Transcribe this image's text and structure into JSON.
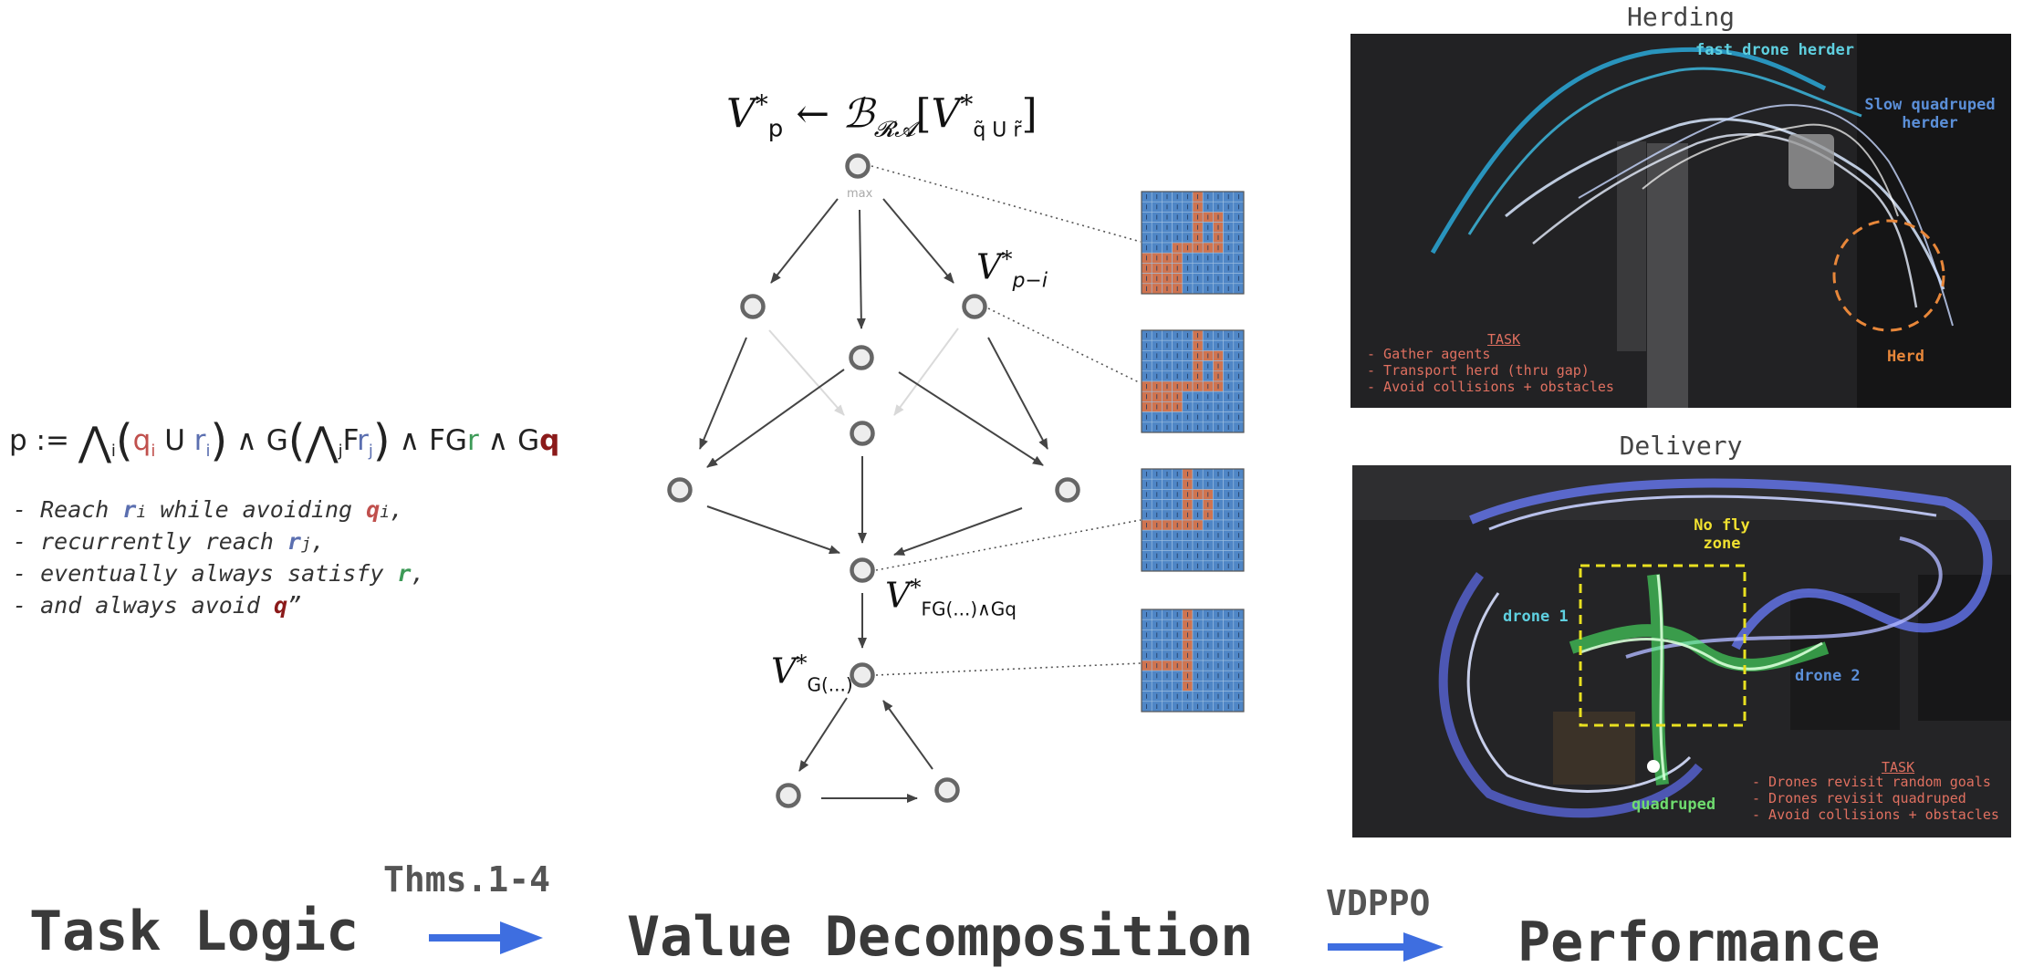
{
  "formula": {
    "lhs": "p :=",
    "and": "∧",
    "big_and": "⋀",
    "sub_i": "i",
    "sub_j": "j",
    "q": "q",
    "U": "U",
    "r": "r",
    "G": "G",
    "F": "F",
    "FG": "FG",
    "open": "(",
    "close": ")"
  },
  "description": [
    {
      "pre": "- Reach ",
      "sym": "r",
      "sub": "i",
      "post": " while avoiding ",
      "sym2": "q",
      "sub2": "i",
      "end": ","
    },
    {
      "pre": "- recurrently reach ",
      "sym": "r",
      "sub": "j",
      "end": ","
    },
    {
      "pre": "- eventually always satisfy ",
      "sym": "r",
      "end": ","
    },
    {
      "pre": "- and always avoid ",
      "sym": "q",
      "end": "”"
    }
  ],
  "diagram": {
    "top_equation": {
      "V": "V",
      "star": "*",
      "p": "p",
      "arrow": "←",
      "B": "ℬ",
      "RA": "𝓡𝓐",
      "lb": "[",
      "rb": "]",
      "qt": "q̃",
      "U": "U",
      "rt": "r̃"
    },
    "max_label": "max",
    "label_vp_minus_i": {
      "V": "V",
      "star": "*",
      "sub": "p−i"
    },
    "label_vfg": {
      "V": "V",
      "star": "*",
      "sub": "FG(...)∧Gq"
    },
    "label_vg": {
      "V": "V",
      "star": "*",
      "sub": "G(...)"
    }
  },
  "bottom": {
    "task_logic": "Task Logic",
    "thms": "Thms.1-4",
    "value_decomposition": "Value Decomposition",
    "vdppo": "VDPPO",
    "performance": "Performance"
  },
  "herding": {
    "title": "Herding",
    "fast_drone": "fast drone herder",
    "slow_quadruped_1": "Slow quadruped",
    "slow_quadruped_2": "herder",
    "herd": "Herd",
    "task_title": "TASK",
    "task_items": [
      "- Gather agents",
      "- Transport herd (thru gap)",
      "- Avoid collisions + obstacles"
    ]
  },
  "delivery": {
    "title": "Delivery",
    "no_fly_1": "No fly",
    "no_fly_2": "zone",
    "drone1": "drone 1",
    "drone2": "drone 2",
    "quadruped": "quadruped",
    "task_title": "TASK",
    "task_items": [
      "- Drones revisit random goals",
      "- Drones revisit quadruped",
      "- Avoid collisions + obstacles"
    ]
  },
  "colors": {
    "q": "#c0504d",
    "r": "#5b6fb0",
    "r_green": "#3d9a57",
    "q_dark": "#8b1a1a",
    "arrow_blue": "#3e6ee0",
    "grid_blue": "#4f86c6",
    "grid_orange": "#cf7450",
    "cyan_label": "#5fd0e0",
    "blue_label": "#5b8fd8",
    "orange_label": "#e8873a",
    "yellow_label": "#f0e030",
    "green_label": "#6fdc6f",
    "task_red": "#e07060"
  }
}
